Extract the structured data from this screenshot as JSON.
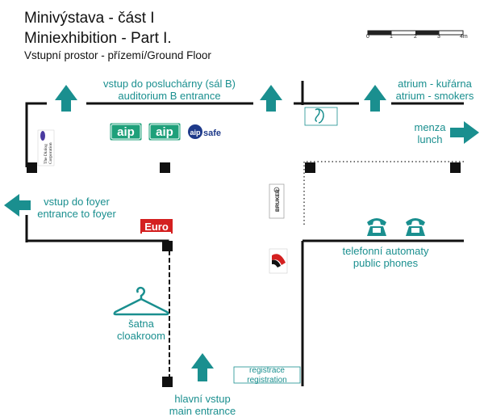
{
  "header": {
    "title_cz": "Minivýstava - část I",
    "title_en": "Miniexhibition - Part I.",
    "subtitle": "Vstupní prostor - přízemí/Ground Floor"
  },
  "scale": {
    "ticks": [
      "0",
      "1",
      "2",
      "3",
      "4m"
    ]
  },
  "labels": {
    "auditorium": [
      "vstup do posluchárny (sál B)",
      "auditorium B entrance"
    ],
    "atrium": [
      "atrium - kuřárna",
      "atrium - smokers"
    ],
    "lunch": [
      "menza",
      "lunch"
    ],
    "foyer": [
      "vstup do foyer",
      "entrance to foyer"
    ],
    "phones": [
      "telefonní automaty",
      "public phones"
    ],
    "cloakroom": [
      "šatna",
      "cloakroom"
    ],
    "main_entrance": [
      "hlavní vstup",
      "main entrance"
    ],
    "registration": [
      "registrace",
      "registration"
    ]
  },
  "logos": {
    "aip1": "aip",
    "aip2": "aip",
    "aipsafe_prefix": "aip",
    "aipsafe_suffix": "safe",
    "dialog_top": "The Dialog",
    "dialog_bottom": "Corporation",
    "euro": "Euro",
    "bruker": "BRUKER"
  },
  "colors": {
    "accent": "#1a8f8f",
    "wall": "#111111",
    "logo_green": "#1ea07a",
    "euro_red": "#d42020"
  },
  "icons": [
    "arrow-up-icon",
    "arrow-right-icon",
    "arrow-left-icon",
    "ear-icon",
    "telephone-icon",
    "coat-hanger-icon"
  ]
}
